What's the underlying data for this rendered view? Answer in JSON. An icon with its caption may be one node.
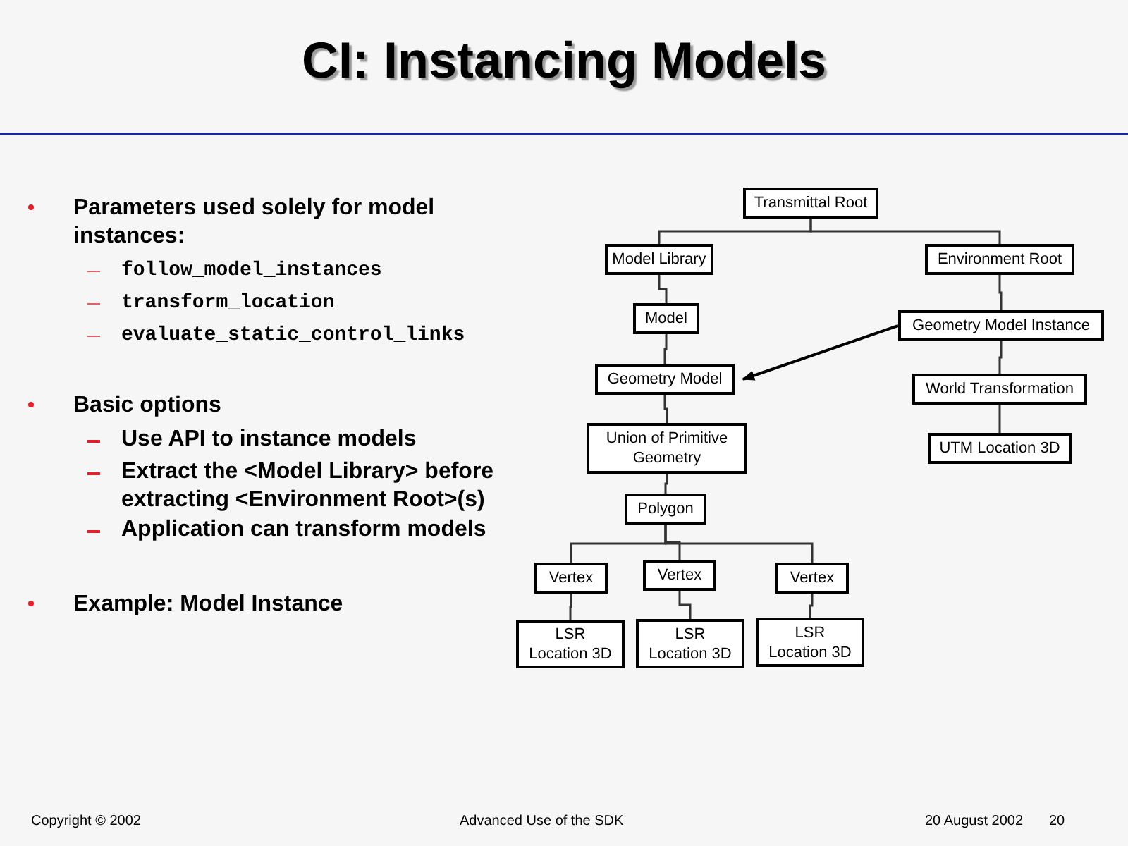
{
  "diagram": {
    "title": "CI: Instancing Models",
    "nodes": [
      {
        "text": [
          "Transmittal Root"
        ]
      },
      {
        "text": [
          "Model Library"
        ]
      },
      {
        "text": [
          "Environment Root"
        ]
      },
      {
        "text": [
          "Model"
        ]
      },
      {
        "text": [
          "Geometry Model Instance"
        ]
      },
      {
        "text": [
          "Geometry Model"
        ]
      },
      {
        "text": [
          "World Transformation"
        ]
      },
      {
        "text": [
          "Union of Primitive Geometry"
        ]
      },
      {
        "text": [
          "UTM Location 3D"
        ]
      },
      {
        "text": [
          "Polygon"
        ]
      },
      {
        "text": [
          "Vertex"
        ]
      },
      {
        "text": [
          "Vertex"
        ]
      },
      {
        "text": [
          "Vertex"
        ]
      },
      {
        "text": [
          "LSR Location 3D"
        ]
      },
      {
        "text": [
          "LSR Location 3D"
        ]
      },
      {
        "text": [
          "LSR Location 3D"
        ]
      }
    ],
    "edges": [
      {
        "from": 0,
        "to": 1,
        "arrow": "none"
      },
      {
        "from": 0,
        "to": 2,
        "arrow": "none"
      },
      {
        "from": 1,
        "to": 3,
        "arrow": "none"
      },
      {
        "from": 3,
        "to": 5,
        "arrow": "none"
      },
      {
        "from": 5,
        "to": 7,
        "arrow": "none"
      },
      {
        "from": 7,
        "to": 9,
        "arrow": "none"
      },
      {
        "from": 9,
        "to": 10,
        "arrow": "none"
      },
      {
        "from": 9,
        "to": 11,
        "arrow": "none"
      },
      {
        "from": 9,
        "to": 12,
        "arrow": "none"
      },
      {
        "from": 10,
        "to": 13,
        "arrow": "none"
      },
      {
        "from": 11,
        "to": 14,
        "arrow": "none"
      },
      {
        "from": 12,
        "to": 15,
        "arrow": "none"
      },
      {
        "from": 2,
        "to": 4,
        "arrow": "none"
      },
      {
        "from": 4,
        "to": 6,
        "arrow": "none"
      },
      {
        "from": 6,
        "to": 8,
        "arrow": "none"
      },
      {
        "from": 4,
        "to": 5,
        "arrow": "to"
      }
    ],
    "labels": [
      "Parameters used solely for model instances:",
      "follow_model_instances",
      "transform_location",
      "evaluate_static_control_links",
      "Basic options",
      "Use API to instance models",
      "Extract the <Model Library> before extracting <Environment Root>(s)",
      "Application can transform models",
      "Example: Model Instance",
      "Copyright © 2002",
      "Advanced Use of the SDK",
      "20 August 2002",
      "20"
    ]
  }
}
